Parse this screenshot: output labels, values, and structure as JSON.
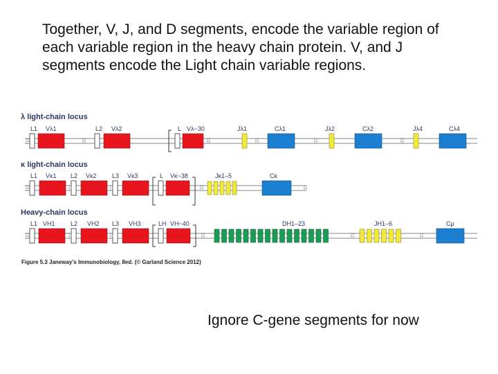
{
  "slide": {
    "title": "Together, V, J, and D segments, encode the variable region of each variable region in the heavy chain protein.  V, and J segments encode the Light chain variable regions.",
    "footer": "Ignore C-gene segments for now",
    "caption": "Figure 5.3  Janeway's Immunobiology, 8ed. (© Garland Science 2012)"
  },
  "colors": {
    "v_segment": "#e8141e",
    "c_segment": "#1d7fd0",
    "j_segment": "#f2ea3a",
    "d_segment": "#1a9d55",
    "leader": "#ffffff",
    "dna": "#9aa0a8",
    "label": "#2a3760"
  },
  "loci": {
    "lambda": {
      "name": "λ light-chain locus",
      "labels": {
        "l1": "L1",
        "v1": "Vλ1",
        "l2": "L2",
        "v2": "Vλ2",
        "l": "L",
        "vn": "Vλ~30",
        "j1": "Jλ1",
        "c1": "Cλ1",
        "j2": "Jλ2",
        "c2": "Cλ2",
        "j4": "Jλ4",
        "c4": "Cλ4"
      }
    },
    "kappa": {
      "name": "κ light-chain locus",
      "labels": {
        "l1": "L1",
        "v1": "Vκ1",
        "l2": "L2",
        "v2": "Vκ2",
        "l3": "L3",
        "v3": "Vκ3",
        "l": "L",
        "vn": "Vκ~38",
        "j": "Jκ1–5",
        "c": "Cκ"
      }
    },
    "heavy": {
      "name": "Heavy-chain locus",
      "labels": {
        "l1": "L1",
        "v1": "VH1",
        "l2": "L2",
        "v2": "VH2",
        "l3": "L3",
        "v3": "VH3",
        "l": "LH",
        "vn": "VH~40",
        "d": "DH1–23",
        "j": "JH1–6",
        "c": "Cμ"
      }
    }
  }
}
